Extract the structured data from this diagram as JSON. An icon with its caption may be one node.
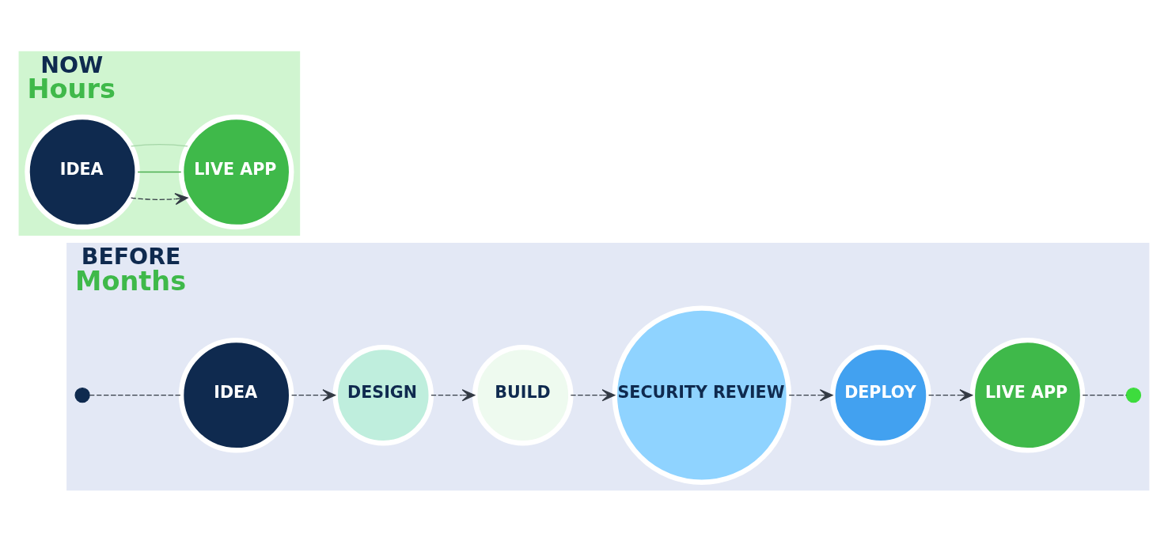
{
  "diagram": {
    "nodes": [
      {
        "text": [
          "BEFORE",
          "Months"
        ]
      },
      {
        "text": [],
        "shape": "circle",
        "in": 0
      },
      {
        "text": [
          "IDEA"
        ],
        "in": 0
      },
      {
        "text": [
          "DESIGN"
        ],
        "in": 0
      },
      {
        "text": [
          "BUILD"
        ],
        "in": 0
      },
      {
        "text": [
          "SECURITY REVIEW"
        ],
        "in": 0
      },
      {
        "text": [
          "DEPLOY"
        ],
        "in": 0
      },
      {
        "text": [
          "LIVE APP"
        ],
        "in": 0
      },
      {
        "text": [],
        "shape": "circle",
        "in": 0
      },
      {
        "text": [
          "NOW",
          "Hours"
        ]
      },
      {
        "text": [
          "IDEA"
        ],
        "in": 9
      },
      {
        "text": [
          "LIVE APP"
        ],
        "in": 9
      }
    ],
    "edges": [
      {
        "from": 1,
        "to": 2,
        "arrow": "none",
        "style": "dashed"
      },
      {
        "from": 2,
        "to": 3,
        "arrow": "to",
        "style": "dashed"
      },
      {
        "from": 3,
        "to": 4,
        "arrow": "to",
        "style": "dashed"
      },
      {
        "from": 4,
        "to": 5,
        "arrow": "to",
        "style": "dashed"
      },
      {
        "from": 5,
        "to": 6,
        "arrow": "to",
        "style": "dashed"
      },
      {
        "from": 6,
        "to": 7,
        "arrow": "to",
        "style": "dashed"
      },
      {
        "from": 7,
        "to": 8,
        "arrow": "none",
        "style": "dashed"
      },
      {
        "from": 10,
        "to": 11,
        "arrow": "to",
        "style": "dashed"
      },
      {
        "from": 10,
        "to": 11,
        "arrow": "none",
        "color": "#4caf50"
      },
      {
        "from": 10,
        "to": 11,
        "arrow": "none",
        "color": "#a5d6a7"
      }
    ]
  }
}
